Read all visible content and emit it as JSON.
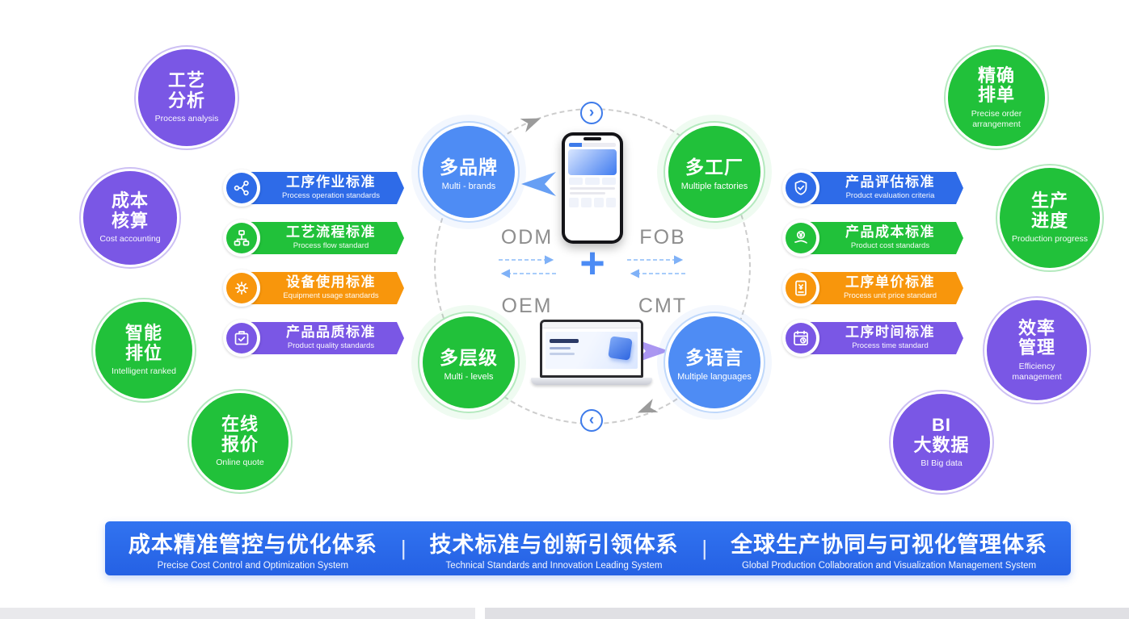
{
  "colors": {
    "primary_blue": "#2E6BE8",
    "green": "#21C13A",
    "orange": "#F8960C",
    "purple": "#7A57E5",
    "node_blue": "#4E8CF4",
    "footer_blue": "#2A66EA",
    "mode_text_gray": "#8E8E8E",
    "plus_blue": "#4C8CF5"
  },
  "bubbles": {
    "left": [
      {
        "line1": "工艺",
        "line2": "分析",
        "subtitle": "Process analysis",
        "color": "purple"
      },
      {
        "line1": "成本",
        "line2": "核算",
        "subtitle": "Cost accounting",
        "color": "purple"
      },
      {
        "line1": "智能",
        "line2": "排位",
        "subtitle": "Intelligent ranked",
        "color": "green"
      },
      {
        "line1": "在线",
        "line2": "报价",
        "subtitle": "Online quote",
        "color": "green"
      }
    ],
    "right": [
      {
        "line1": "精确",
        "line2": "排单",
        "subtitle": "Precise order arrangement",
        "color": "green"
      },
      {
        "line1": "生产",
        "line2": "进度",
        "subtitle": "Production progress",
        "color": "green"
      },
      {
        "line1": "效率",
        "line2": "管理",
        "subtitle": "Efficiency management",
        "color": "purple"
      },
      {
        "line1": "BI",
        "line2": "大数据",
        "subtitle": "BI Big data",
        "color": "purple"
      }
    ]
  },
  "standards": {
    "left": [
      {
        "zh": "工序作业标准",
        "en": "Process operation standards",
        "color": "#2E6BE8",
        "icon": "process-nodes-icon"
      },
      {
        "zh": "工艺流程标准",
        "en": "Process flow standard",
        "color": "#21C13A",
        "icon": "flow-chart-icon"
      },
      {
        "zh": "设备使用标准",
        "en": "Equipment usage standards",
        "color": "#F8960C",
        "icon": "gear-icon"
      },
      {
        "zh": "产品品质标准",
        "en": "Product quality standards",
        "color": "#7A57E5",
        "icon": "quality-check-icon"
      }
    ],
    "right": [
      {
        "zh": "产品评估标准",
        "en": "Product evaluation criteria",
        "color": "#2E6BE8",
        "icon": "shield-check-icon"
      },
      {
        "zh": "产品成本标准",
        "en": "Product cost standards",
        "color": "#21C13A",
        "icon": "money-hand-icon"
      },
      {
        "zh": "工序单价标准",
        "en": "Process unit price standard",
        "color": "#F8960C",
        "icon": "price-document-icon"
      },
      {
        "zh": "工序时间标准",
        "en": "Process time standard",
        "color": "#7A57E5",
        "icon": "calendar-clock-icon"
      }
    ]
  },
  "center": {
    "nodes": [
      {
        "zh": "多品牌",
        "en": "Multi - brands",
        "color": "blue",
        "position": "top-left"
      },
      {
        "zh": "多工厂",
        "en": "Multiple factories",
        "color": "green",
        "position": "top-right"
      },
      {
        "zh": "多层级",
        "en": "Multi - levels",
        "color": "green",
        "position": "bottom-left"
      },
      {
        "zh": "多语言",
        "en": "Multiple languages",
        "color": "blue",
        "position": "bottom-right"
      }
    ],
    "modes": {
      "top_left": "ODM",
      "top_right": "FOB",
      "bottom_left": "OEM",
      "bottom_right": "CMT"
    },
    "plus_symbol": "+",
    "nav": {
      "next": "›",
      "prev": "‹"
    }
  },
  "footer": {
    "separator": "|",
    "sections": [
      {
        "zh": "成本精准管控与优化体系",
        "en": "Precise Cost Control and Optimization System"
      },
      {
        "zh": "技术标准与创新引领体系",
        "en": "Technical Standards and Innovation Leading System"
      },
      {
        "zh": "全球生产协同与可视化管理体系",
        "en": "Global Production Collaboration and Visualization Management System"
      }
    ]
  }
}
